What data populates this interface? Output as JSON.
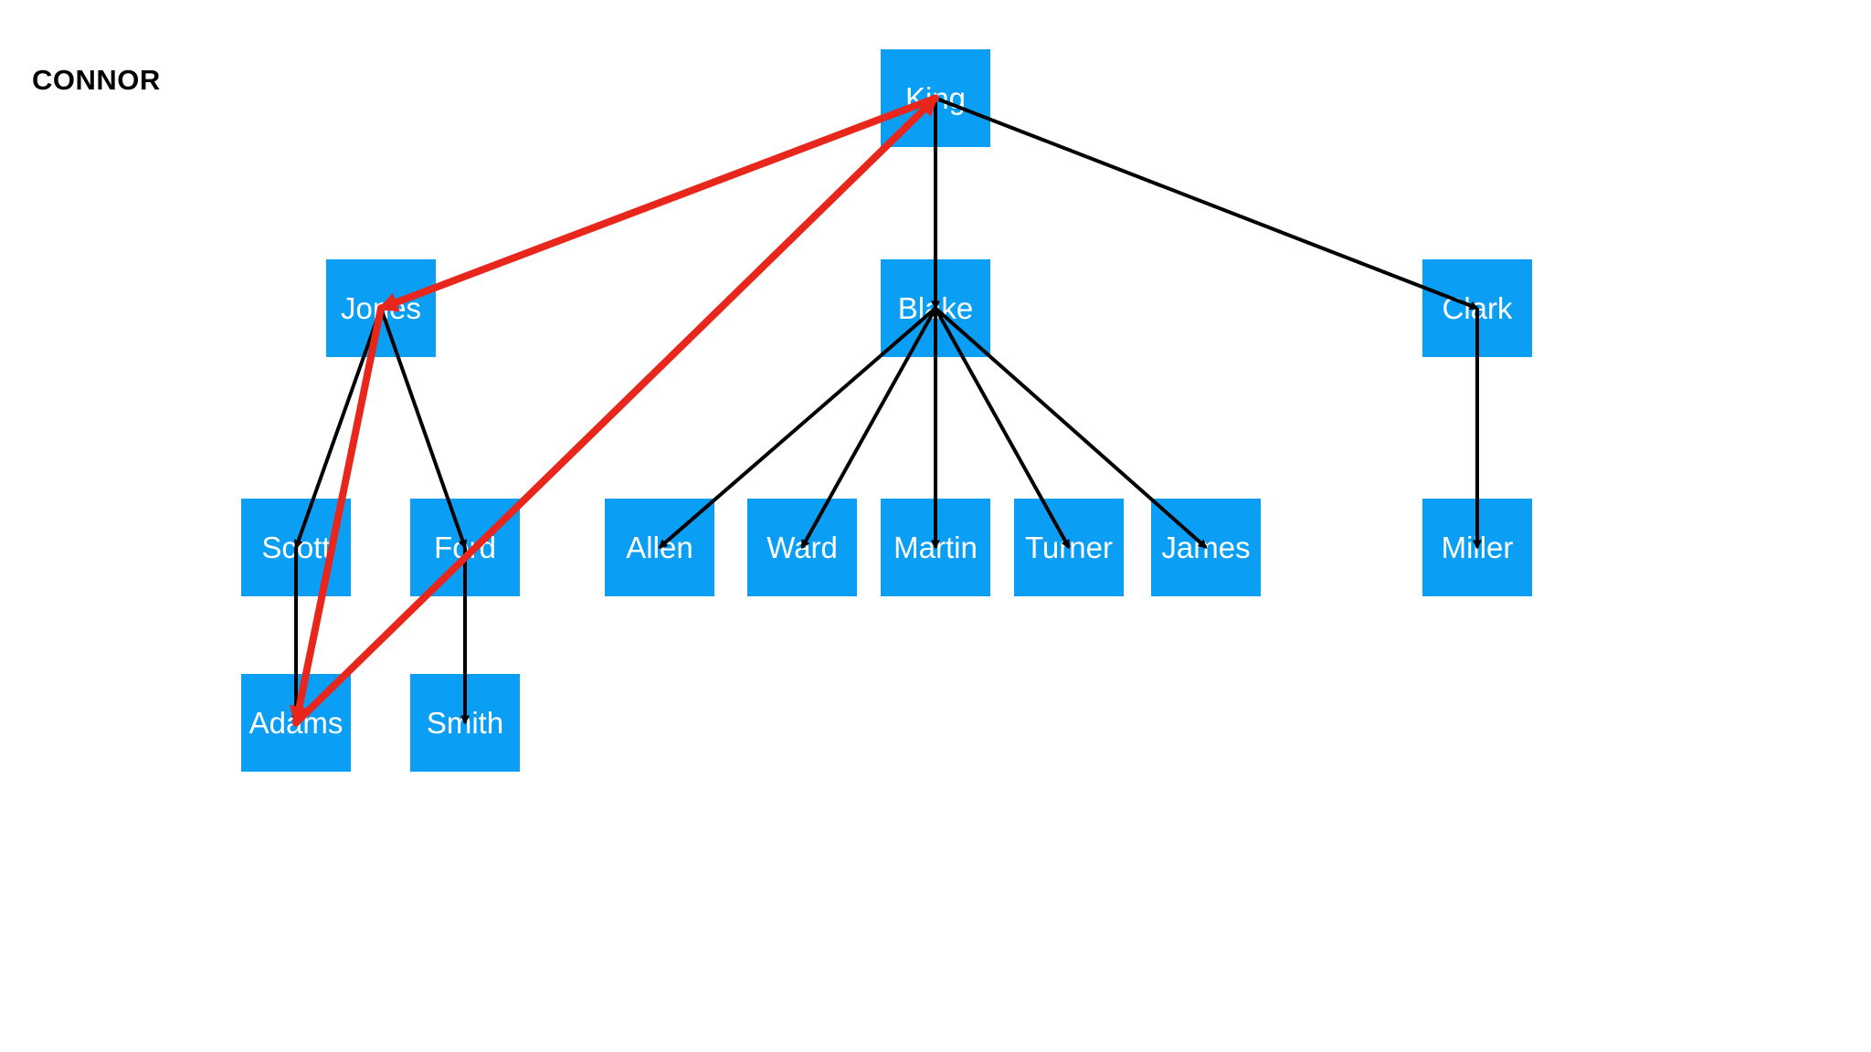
{
  "title": "CONNOR",
  "colors": {
    "node_fill": "#0a9ff5",
    "node_text": "#ffffff",
    "edge": "#000000",
    "highlight": "#e8261b"
  },
  "nodes": [
    {
      "id": "king",
      "label": "King"
    },
    {
      "id": "jones",
      "label": "Jones"
    },
    {
      "id": "blake",
      "label": "Blake"
    },
    {
      "id": "clark",
      "label": "Clark"
    },
    {
      "id": "scott",
      "label": "Scott"
    },
    {
      "id": "ford",
      "label": "Ford"
    },
    {
      "id": "allen",
      "label": "Allen"
    },
    {
      "id": "ward",
      "label": "Ward"
    },
    {
      "id": "martin",
      "label": "Martin"
    },
    {
      "id": "turner",
      "label": "Turner"
    },
    {
      "id": "james",
      "label": "James"
    },
    {
      "id": "miller",
      "label": "Miller"
    },
    {
      "id": "adams",
      "label": "Adams"
    },
    {
      "id": "smith",
      "label": "Smith"
    }
  ],
  "edges": [
    {
      "from": "king",
      "to": "blake"
    },
    {
      "from": "king",
      "to": "clark"
    },
    {
      "from": "jones",
      "to": "scott"
    },
    {
      "from": "jones",
      "to": "ford"
    },
    {
      "from": "blake",
      "to": "allen"
    },
    {
      "from": "blake",
      "to": "ward"
    },
    {
      "from": "blake",
      "to": "martin"
    },
    {
      "from": "blake",
      "to": "turner"
    },
    {
      "from": "blake",
      "to": "james"
    },
    {
      "from": "clark",
      "to": "miller"
    },
    {
      "from": "scott",
      "to": "adams"
    },
    {
      "from": "ford",
      "to": "smith"
    }
  ],
  "highlight_path": [
    {
      "from": "king",
      "to": "jones"
    },
    {
      "from": "jones",
      "to": "adams"
    },
    {
      "from": "adams",
      "to": "king"
    }
  ]
}
